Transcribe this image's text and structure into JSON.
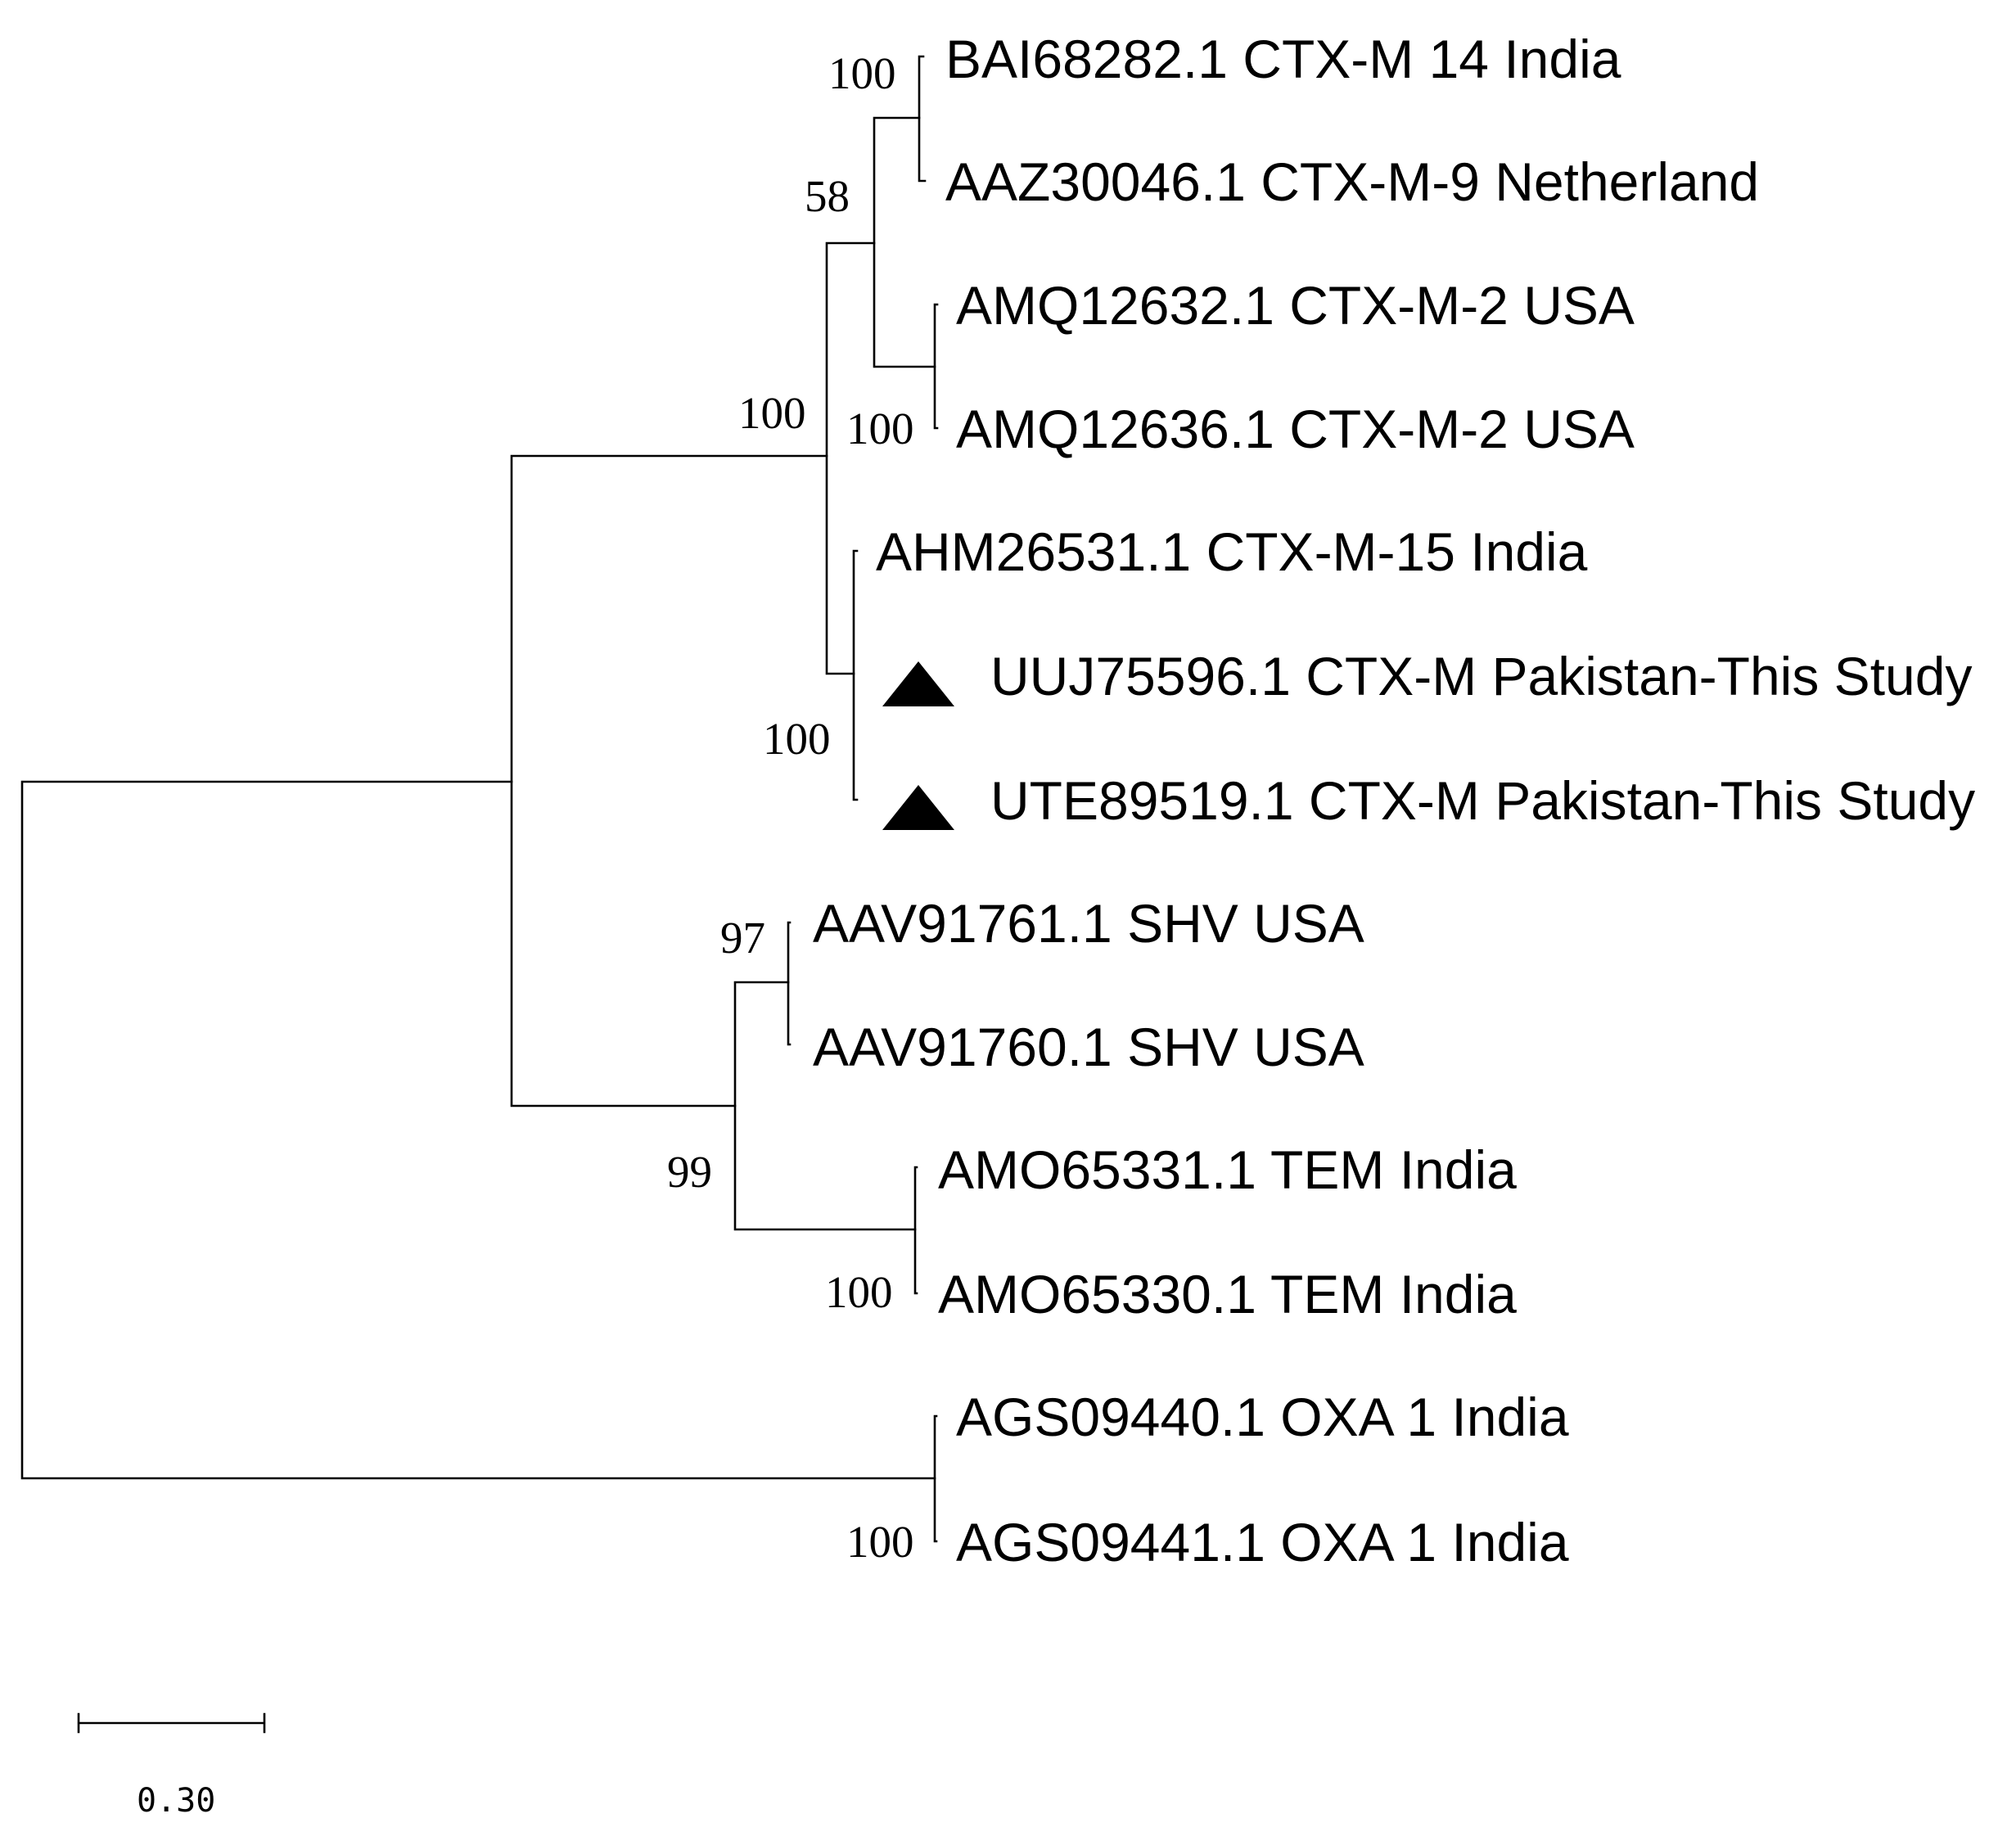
{
  "taxa": [
    {
      "id": "t1",
      "label": "BAI68282.1 CTX-M 14 India"
    },
    {
      "id": "t2",
      "label": "AAZ30046.1 CTX-M-9 Netherland"
    },
    {
      "id": "t3",
      "label": "AMQ12632.1 CTX-M-2 USA"
    },
    {
      "id": "t4",
      "label": "AMQ12636.1 CTX-M-2 USA"
    },
    {
      "id": "t5",
      "label": "AHM26531.1 CTX-M-15 India"
    },
    {
      "id": "t6",
      "label": "UUJ75596.1 CTX-M Pakistan-This Study",
      "marker": "triangle"
    },
    {
      "id": "t7",
      "label": "UTE89519.1 CTX-M Pakistan-This Study",
      "marker": "triangle"
    },
    {
      "id": "t8",
      "label": "AAV91761.1 SHV USA"
    },
    {
      "id": "t9",
      "label": "AAV91760.1 SHV USA"
    },
    {
      "id": "t10",
      "label": "AMO65331.1 TEM India"
    },
    {
      "id": "t11",
      "label": "AMO65330.1 TEM India"
    },
    {
      "id": "t12",
      "label": "AGS09440.1 OXA 1 India"
    },
    {
      "id": "t13",
      "label": "AGS09441.1 OXA 1 India"
    }
  ],
  "bootstrap": [
    {
      "node": "ctxm14-ctxm9",
      "value": "100"
    },
    {
      "node": "ctxm-9-2-group",
      "value": "58"
    },
    {
      "node": "ctxm2-pair",
      "value": "100"
    },
    {
      "node": "ctxm-clade",
      "value": "100"
    },
    {
      "node": "ctxm15-pakistan",
      "value": "100"
    },
    {
      "node": "shv-pair",
      "value": "97"
    },
    {
      "node": "shv-tem",
      "value": "99"
    },
    {
      "node": "tem-pair",
      "value": "100"
    },
    {
      "node": "oxa-pair",
      "value": "100"
    }
  ],
  "scale_bar": {
    "label": "0.30"
  },
  "colors": {
    "lines": "#000000",
    "text": "#000000",
    "background": "#ffffff"
  }
}
